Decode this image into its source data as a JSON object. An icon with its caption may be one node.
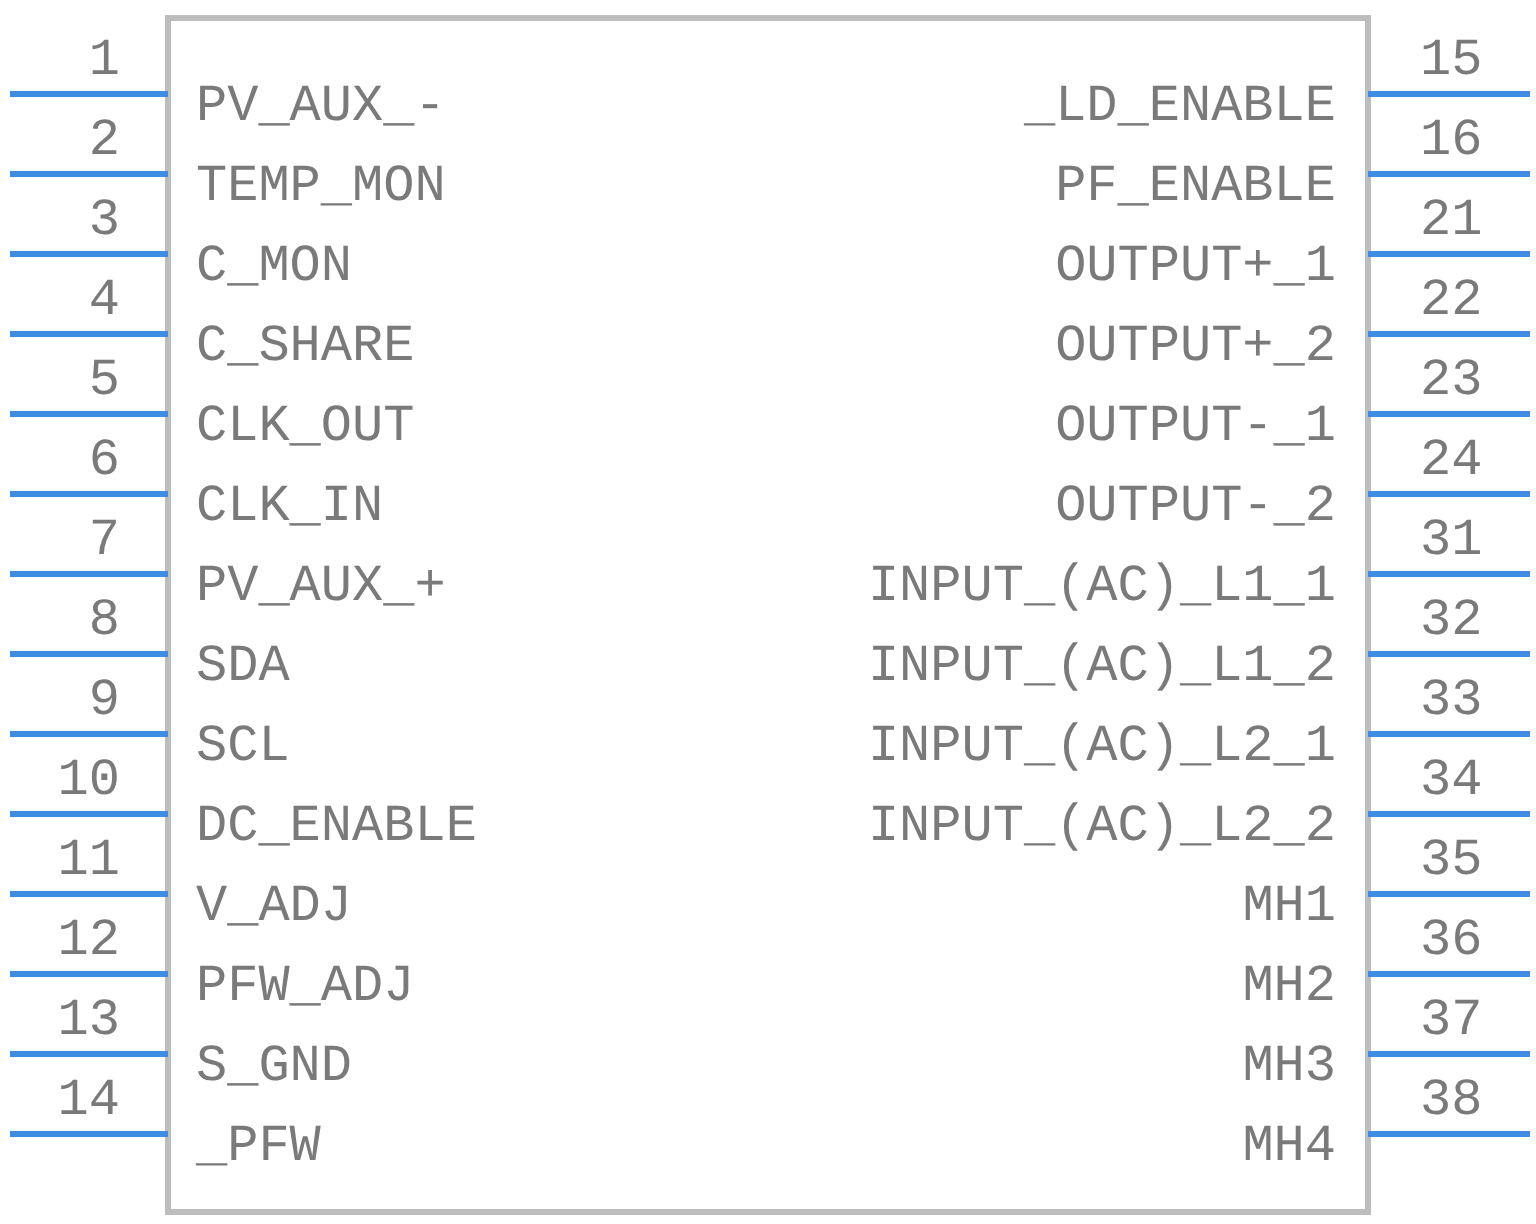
{
  "diagram": {
    "labels": [
      "1",
      "PV_AUX_-",
      "2",
      "TEMP_MON",
      "3",
      "C_MON",
      "4",
      "C_SHARE",
      "5",
      "CLK_OUT",
      "6",
      "CLK_IN",
      "7",
      "PV_AUX_+",
      "8",
      "SDA",
      "9",
      "SCL",
      "10",
      "DC_ENABLE",
      "11",
      "V_ADJ",
      "12",
      "PFW_ADJ",
      "13",
      "S_GND",
      "14",
      "_PFW",
      "_LD_ENABLE",
      "15",
      "PF_ENABLE",
      "16",
      "OUTPUT+_1",
      "21",
      "OUTPUT+_2",
      "22",
      "OUTPUT-_1",
      "23",
      "OUTPUT-_2",
      "24",
      "INPUT_(AC)_L1_1",
      "31",
      "INPUT_(AC)_L1_2",
      "32",
      "INPUT_(AC)_L2_1",
      "33",
      "INPUT_(AC)_L2_2",
      "34",
      "MH1",
      "35",
      "MH2",
      "36",
      "MH3",
      "37",
      "MH4",
      "38"
    ]
  }
}
